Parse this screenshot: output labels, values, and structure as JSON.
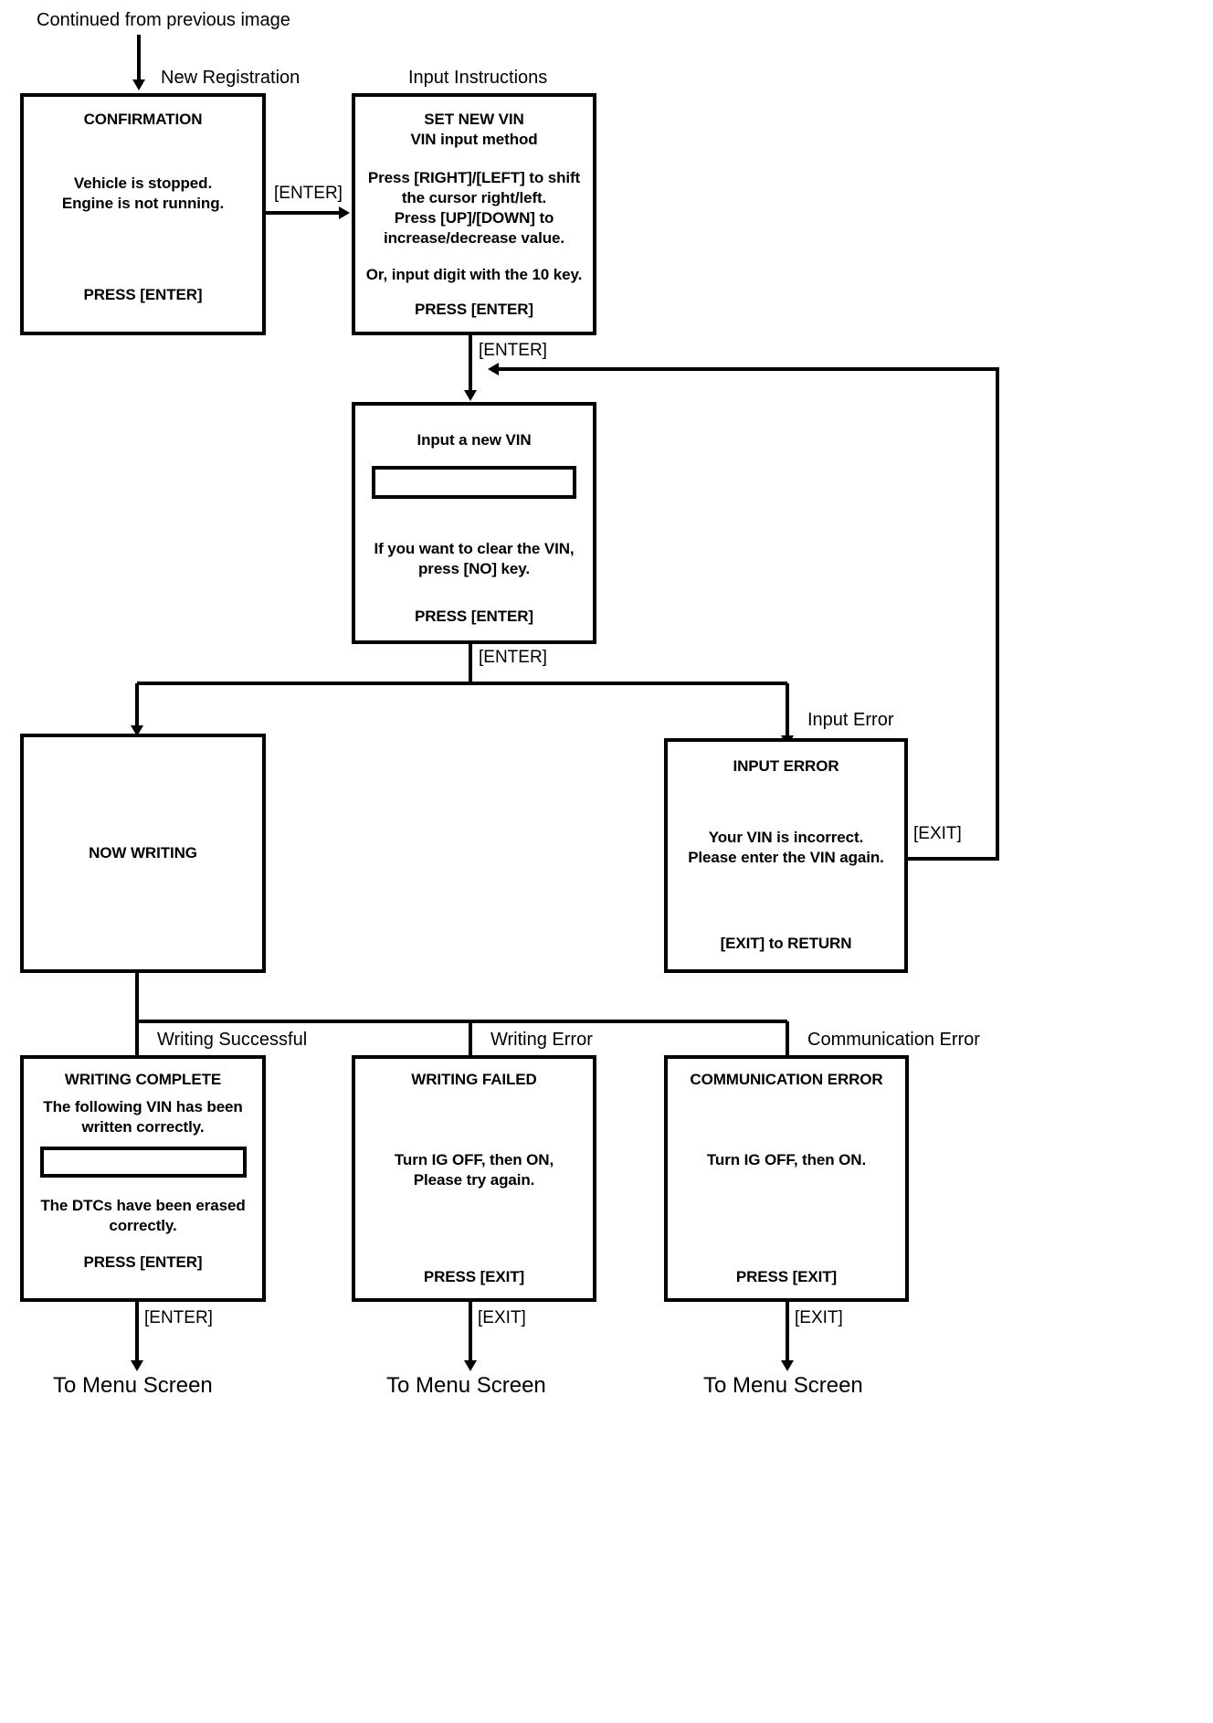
{
  "diagram": {
    "title_note": "Continued from previous image",
    "nodes": {
      "confirmation": {
        "caption": "New Registration",
        "lines": [
          "CONFIRMATION",
          "",
          "Vehicle is stopped.",
          "Engine is not running.",
          "",
          "PRESS [ENTER]"
        ],
        "title": "CONFIRMATION",
        "body1": "Vehicle is stopped.",
        "body2": "Engine is not running.",
        "footer": "PRESS [ENTER]"
      },
      "set_new_vin": {
        "caption": "Input Instructions",
        "title": "SET NEW VIN",
        "subtitle": "VIN input method",
        "body1": "Press [RIGHT]/[LEFT] to shift",
        "body2": "the cursor right/left.",
        "body3": "Press [UP]/[DOWN] to",
        "body4": "increase/decrease value.",
        "body5": "Or, input digit with the 10 key.",
        "footer": "PRESS [ENTER]"
      },
      "input_new_vin": {
        "title": "Input a new VIN",
        "field_value": "",
        "body1": "If you want to clear the VIN,",
        "body2": "press [NO] key.",
        "footer": "PRESS [ENTER]"
      },
      "now_writing": {
        "title": "NOW WRITING"
      },
      "input_error": {
        "caption": "Input Error",
        "title": "INPUT ERROR",
        "body1": "Your VIN is incorrect.",
        "body2": "Please enter the VIN again.",
        "footer": "[EXIT] to RETURN"
      },
      "writing_complete": {
        "caption": "Writing Successful",
        "title": "WRITING COMPLETE",
        "body1": "The following VIN has been",
        "body2": "written correctly.",
        "field_value": "",
        "body3": "The DTCs have been erased",
        "body4": "correctly.",
        "footer": "PRESS [ENTER]"
      },
      "writing_failed": {
        "caption": "Writing Error",
        "title": "WRITING FAILED",
        "body1": "Turn IG OFF, then ON,",
        "body2": "Please try again.",
        "footer": "PRESS [EXIT]"
      },
      "communication_error": {
        "caption": "Communication Error",
        "title": "COMMUNICATION ERROR",
        "body1": "Turn IG OFF, then ON.",
        "footer": "PRESS [EXIT]"
      }
    },
    "edge_labels": {
      "confirm_to_setvin": "[ENTER]",
      "setvin_to_input": "[ENTER]",
      "input_to_branch": "[ENTER]",
      "error_return": "[EXIT]",
      "complete_exit": "[ENTER]",
      "failed_exit": "[EXIT]",
      "comm_exit": "[EXIT]"
    },
    "terminals": {
      "t1": "To Menu Screen",
      "t2": "To Menu Screen",
      "t3": "To Menu Screen"
    },
    "colors": {
      "stroke": "#000000",
      "background": "#ffffff"
    }
  }
}
